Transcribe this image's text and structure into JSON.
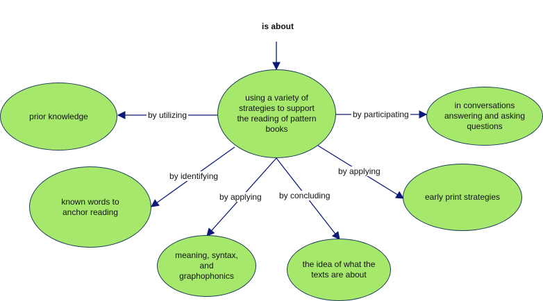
{
  "top_label": "is about",
  "nodes": {
    "center": "using a variety of strategies to support the reading of pattern books",
    "prior": "prior knowledge",
    "conversations": "in conversations answering and asking questions",
    "known": "known words to anchor reading",
    "early": "early print strategies",
    "meaning": "meaning, syntax, and graphophonics",
    "idea": "the idea of what the texts are about"
  },
  "links": {
    "utilizing": "by utilizing",
    "participating": "by participating",
    "identifying": "by identifying",
    "applying_left": "by applying",
    "concluding": "by concluding",
    "applying_right": "by applying"
  },
  "colors": {
    "node_fill": "#a6e86c",
    "node_border": "#1a3a5a",
    "line": "#0b1a78"
  }
}
